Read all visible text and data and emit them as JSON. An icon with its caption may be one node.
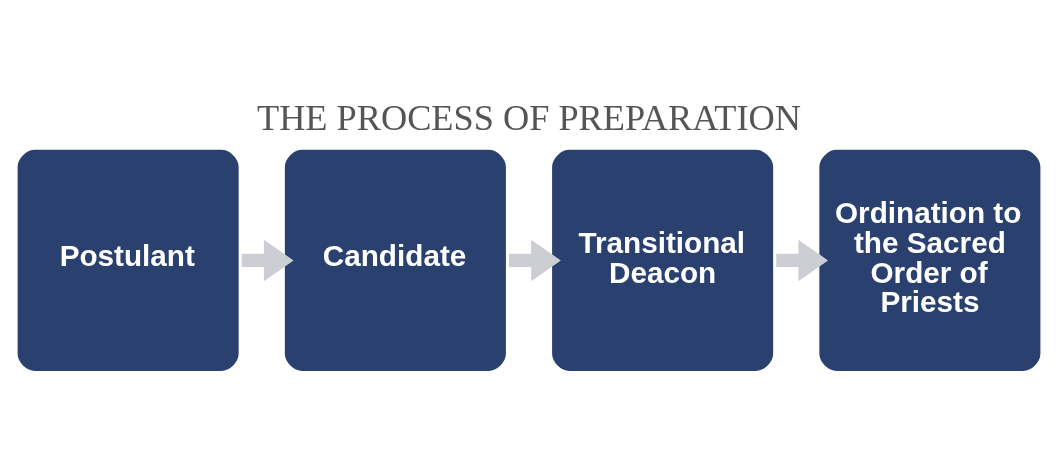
{
  "diagram": {
    "title": "THE PROCESS OF PREPARATION",
    "nodes": [
      {
        "text": [
          "Postulant"
        ]
      },
      {
        "text": [
          "Candidate"
        ]
      },
      {
        "text": [
          "Transitional Deacon"
        ]
      },
      {
        "text": [
          "Ordination to the Sacred Order of Priests"
        ]
      }
    ],
    "edges": [
      {
        "from": 0,
        "to": 1,
        "arrow": "to"
      },
      {
        "from": 1,
        "to": 2,
        "arrow": "to"
      },
      {
        "from": 2,
        "to": 3,
        "arrow": "to"
      }
    ]
  }
}
